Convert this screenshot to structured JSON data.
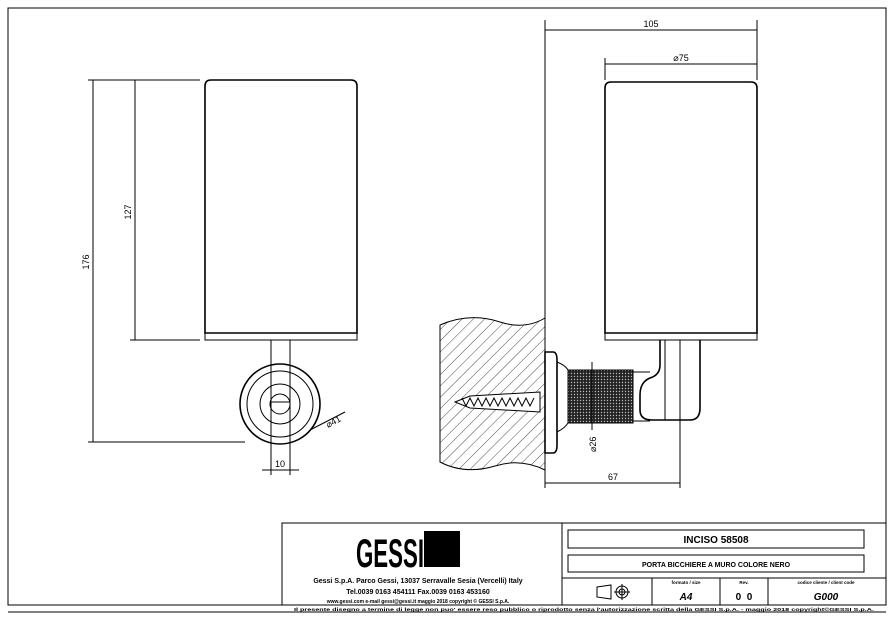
{
  "drawing": {
    "dimensions": {
      "overall_height": "176",
      "cup_height": "127",
      "stem_width": "10",
      "rosette_diameter": "⌀41",
      "overall_depth": "105",
      "cup_diameter": "⌀75",
      "knurl_diameter": "⌀26",
      "wall_projection": "67"
    }
  },
  "title_block": {
    "logo_text": "GESSI",
    "company_address": "Gessi S.p.A. Parco Gessi, 13037 Serravalle Sesia (Vercelli) Italy",
    "company_phone": "Tel.0039 0163 454111 Fax.0039 0163 453160",
    "company_web": "www.gessi.com  e-mail gessi@gessi.it    maggio 2018   copyright © GESSI S.p.A.",
    "product_code": "INCISO 58508",
    "product_description": "PORTA BICCHIERE A MURO COLORE NERO",
    "format_label": "formato / size",
    "format_value": "A4",
    "rev_label": "Rev.",
    "rev_value": "0  0",
    "client_code_label": "codice cliente / client code",
    "client_code_value": "G000",
    "footer_notice": "Il presente disegno a termine di legge non puo' essere reso pubblico o riprodotto senza l'autorizzazione scritta della GESSI S.p.A. - maggio 2018  copyright©GESSI S.p.A."
  }
}
